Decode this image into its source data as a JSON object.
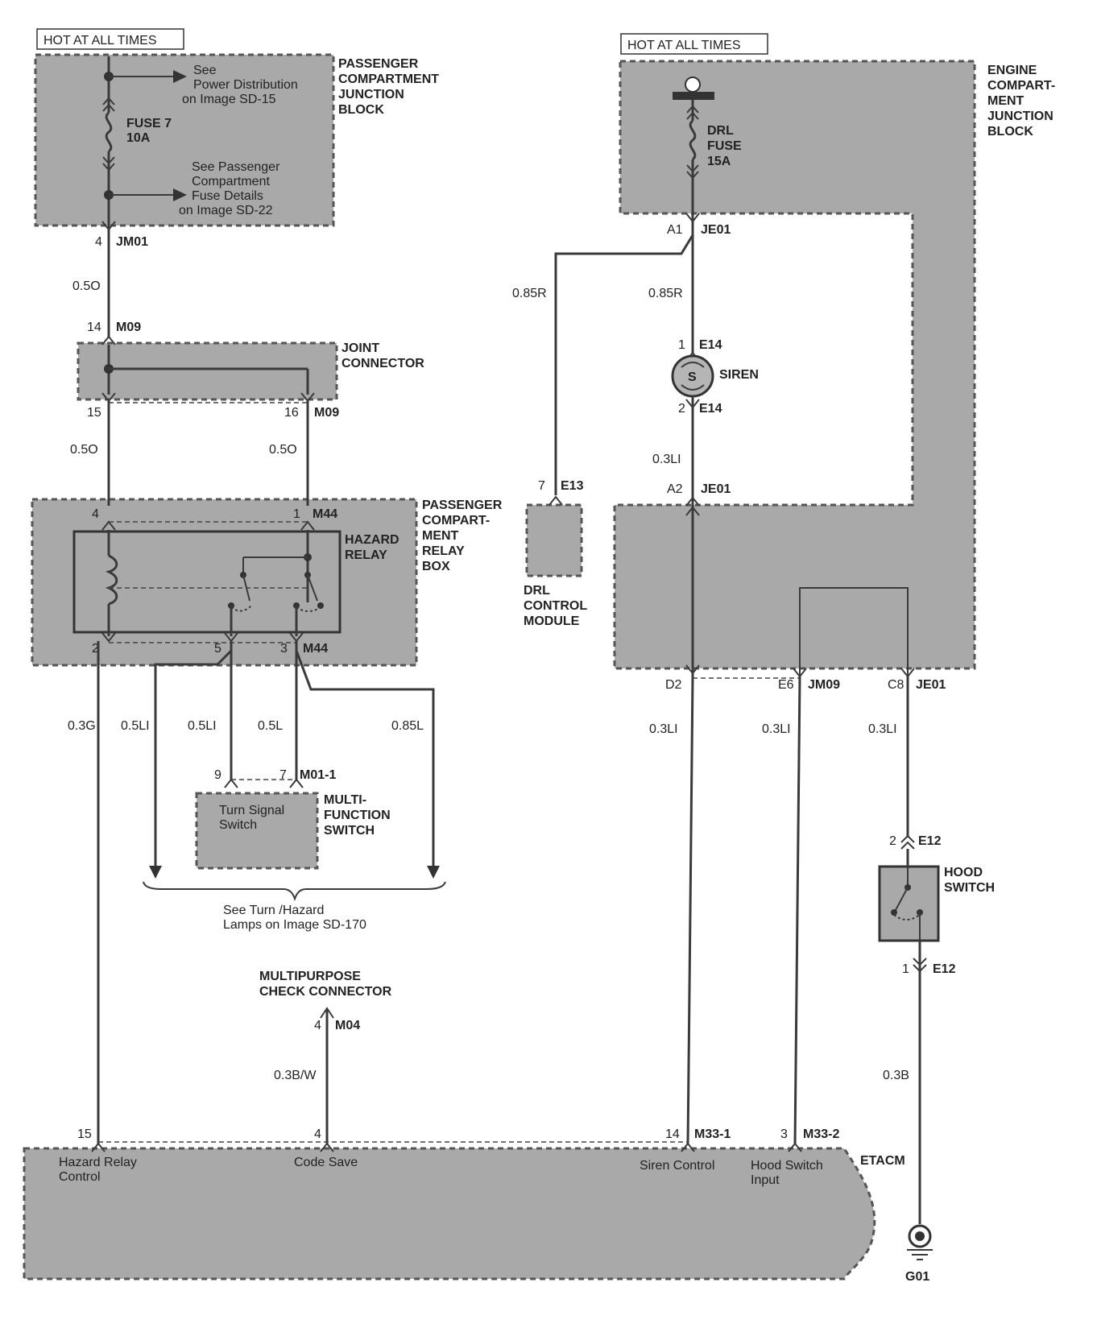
{
  "hot_labels": {
    "left": "HOT AT ALL TIMES",
    "right": "HOT AT ALL TIMES"
  },
  "pcjb": {
    "title_lines": [
      "PASSENGER",
      "COMPARTMENT",
      "JUNCTION",
      "BLOCK"
    ],
    "see_power_lines": [
      "See",
      "Power Distribution",
      "on Image SD-15"
    ],
    "fuse_lines": [
      "FUSE 7",
      "10A"
    ],
    "see_fuse_lines": [
      "See Passenger",
      "Compartment",
      "Fuse Details",
      "on Image SD-22"
    ],
    "pin": "4",
    "conn": "JM01"
  },
  "wires": {
    "w_jm01_m09": "0.5O",
    "w_m09_15": "0.5O",
    "w_m09_16": "0.5O",
    "w_hazard_etacm": "0.3G",
    "w_turn_left": "0.5LI",
    "w_turn_9": "0.5LI",
    "w_turn_7": "0.5L",
    "w_turn_right": "0.85L",
    "w_code": "0.3B/W",
    "w_drl_module": "0.85R",
    "w_siren_top": "0.85R",
    "w_siren_bottom": "0.3LI",
    "w_d2": "0.3LI",
    "w_e6": "0.3LI",
    "w_c8": "0.3LI",
    "w_ground": "0.3B"
  },
  "joint": {
    "title_lines": [
      "JOINT",
      "CONNECTOR"
    ],
    "top_pin": "14",
    "top_conn": "M09",
    "pin_left": "15",
    "pin_right": "16",
    "conn_bottom": "M09"
  },
  "relay": {
    "box_lines": [
      "PASSENGER",
      "COMPART-",
      "MENT",
      "RELAY",
      "BOX"
    ],
    "name_lines": [
      "HAZARD",
      "RELAY"
    ],
    "pin4": "4",
    "pin1": "1",
    "conn_top": "M44",
    "pin2": "2",
    "pin5": "5",
    "pin3": "3",
    "conn_bottom": "M44"
  },
  "mfs": {
    "pin9": "9",
    "pin7": "7",
    "conn": "M01-1",
    "inner_lines": [
      "Turn Signal",
      "Switch"
    ],
    "title_lines": [
      "MULTI-",
      "FUNCTION",
      "SWITCH"
    ]
  },
  "see_turn_lines": [
    "See Turn /Hazard",
    "Lamps on Image  SD-170"
  ],
  "mpcc": {
    "title_lines": [
      "MULTIPURPOSE",
      "CHECK CONNECTOR"
    ],
    "pin": "4",
    "conn": "M04"
  },
  "ecjb": {
    "title_lines": [
      "ENGINE",
      "COMPART-",
      "MENT",
      "JUNCTION",
      "BLOCK"
    ],
    "fuse_lines": [
      "DRL",
      "FUSE",
      "15A"
    ],
    "a1_pin": "A1",
    "a1_conn": "JE01",
    "a2_pin": "A2",
    "a2_conn": "JE01",
    "d2_pin": "D2",
    "e6_pin": "E6",
    "e6_conn": "JM09",
    "c8_pin": "C8",
    "c8_conn": "JE01"
  },
  "siren": {
    "symbol": "S",
    "label": "SIREN",
    "pin1": "1",
    "conn1": "E14",
    "pin2": "2",
    "conn2": "E14"
  },
  "drl": {
    "pin": "7",
    "conn": "E13",
    "title_lines": [
      "DRL",
      "CONTROL",
      "MODULE"
    ]
  },
  "hood": {
    "pin2": "2",
    "conn2": "E12",
    "pin1": "1",
    "conn1": "E12",
    "title_lines": [
      "HOOD",
      "SWITCH"
    ]
  },
  "etacm": {
    "title": "ETACM",
    "pin15": "15",
    "pin4": "4",
    "pin14": "14",
    "conn14": "M33-1",
    "pin3": "3",
    "conn3": "M33-2",
    "hazard_lines": [
      "Hazard Relay",
      "Control"
    ],
    "code_save": "Code Save",
    "siren_control": "Siren Control",
    "hood_lines": [
      "Hood Switch",
      "Input"
    ]
  },
  "ground": {
    "label": "G01"
  }
}
